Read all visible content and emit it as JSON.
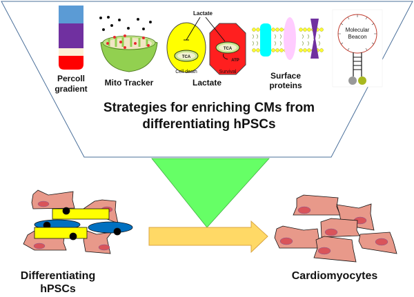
{
  "funnel": {
    "title_line1": "Strategies for enriching CMs from",
    "title_line2": "differentiating hPSCs"
  },
  "strategies": [
    {
      "label_line1": "Percoll",
      "label_line2": "gradient",
      "icon": "percoll-tube-icon"
    },
    {
      "label_line1": "Mito Tracker",
      "label_line2": "",
      "icon": "mitochondrion-icon"
    },
    {
      "label_line1": "Lactate",
      "label_line2": "",
      "icon": "lactate-metabolism-icon"
    },
    {
      "label_line1": "Surface",
      "label_line2": "proteins",
      "icon": "membrane-proteins-icon"
    },
    {
      "label_line1": "",
      "label_line2": "",
      "icon": "molecular-beacon-icon"
    }
  ],
  "lactate_panel": {
    "top_label": "Lactate",
    "left_caption": "Cell death",
    "right_caption": "Survival",
    "tca_label": "TCA",
    "atp_label": "ATP"
  },
  "beacon": {
    "line1": "Molecular",
    "line2": "Beacon"
  },
  "bottom": {
    "left_label_line1": "Differentiating",
    "left_label_line2": "hPSCs",
    "right_label": "Cardiomyocytes"
  },
  "colors": {
    "funnel_stroke": "#4a6f9a",
    "green_triangle": "#66ff66",
    "arrow_fill": "#ffd966",
    "cell_fill": "#e8998a",
    "nucleus": "#d9545a"
  }
}
